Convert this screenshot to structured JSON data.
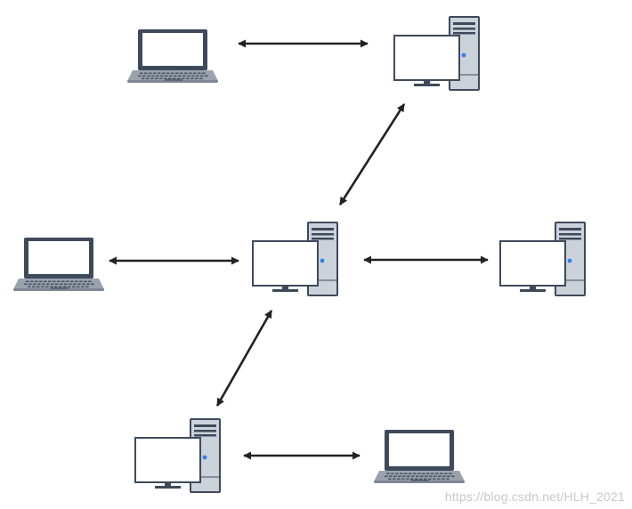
{
  "diagram": {
    "nodes": [
      {
        "id": "laptop-top-left",
        "kind": "laptop"
      },
      {
        "id": "desktop-top-right",
        "kind": "desktop"
      },
      {
        "id": "laptop-mid-left",
        "kind": "laptop"
      },
      {
        "id": "desktop-center",
        "kind": "desktop"
      },
      {
        "id": "desktop-mid-right",
        "kind": "desktop"
      },
      {
        "id": "desktop-bottom-left",
        "kind": "desktop"
      },
      {
        "id": "laptop-bottom-right",
        "kind": "laptop"
      }
    ],
    "edges": [
      {
        "from": "laptop-top-left",
        "to": "desktop-top-right",
        "bidirectional": true
      },
      {
        "from": "desktop-top-right",
        "to": "desktop-center",
        "bidirectional": true
      },
      {
        "from": "laptop-mid-left",
        "to": "desktop-center",
        "bidirectional": true
      },
      {
        "from": "desktop-center",
        "to": "desktop-mid-right",
        "bidirectional": true
      },
      {
        "from": "desktop-center",
        "to": "desktop-bottom-left",
        "bidirectional": true
      },
      {
        "from": "desktop-bottom-left",
        "to": "laptop-bottom-right",
        "bidirectional": true
      }
    ],
    "colors": {
      "outline": "#3e4a5b",
      "tower_fill": "#ccd2da",
      "screen_fill": "#ffffff",
      "keyboard_fill": "#9aa3ad",
      "key_color": "#4a5563",
      "power_led": "#2f80ed",
      "arrow": "#222222"
    }
  },
  "watermark": "https://blog.csdn.net/HLH_2021"
}
